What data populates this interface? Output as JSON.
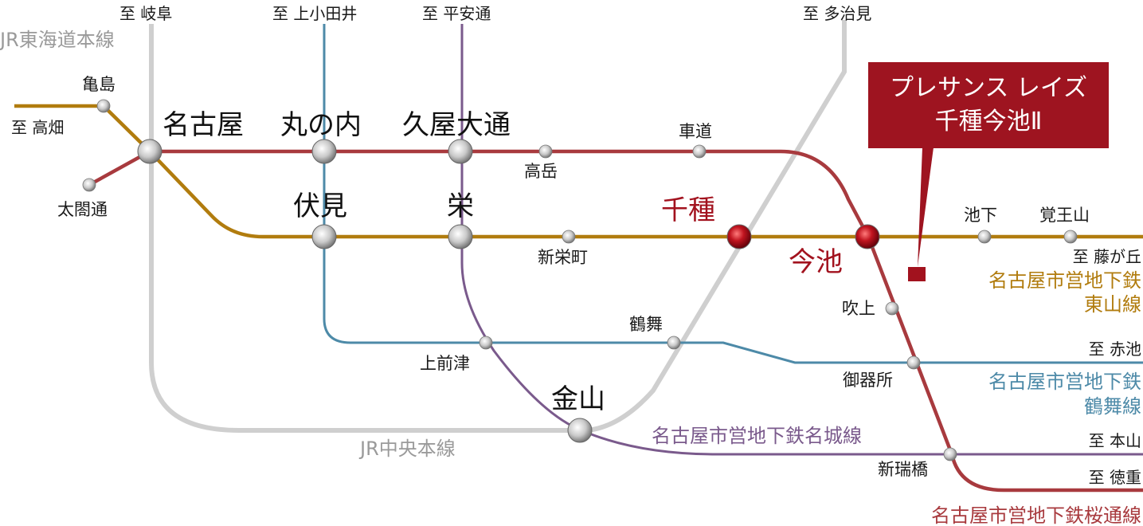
{
  "colors": {
    "jr": "#cfcfcf",
    "jr_text": "#9a9a9a",
    "higashiyama": "#b17c0e",
    "tsurumai": "#4d8aa8",
    "meijo": "#7a5a8c",
    "sakuradori": "#a83a3e",
    "highlight": "#a2121e"
  },
  "lines": {
    "jr_tokaido": "JR東海道本線",
    "jr_chuo": "JR中央本線",
    "higashiyama": [
      "名古屋市営地下鉄",
      "東山線"
    ],
    "tsurumai": [
      "名古屋市営地下鉄",
      "鶴舞線"
    ],
    "meijo": "名古屋市営地下鉄名城線",
    "sakuradori": "名古屋市営地下鉄桜通線"
  },
  "directions": {
    "gifu": "至 岐阜",
    "kamiotai": "至 上小田井",
    "heiando": "至 平安通",
    "tajimi": "至 多治見",
    "takabata": "至 高畑",
    "fujigaoka": "至 藤が丘",
    "akaike": "至 赤池",
    "motoyama": "至 本山",
    "tokushige": "至 徳重"
  },
  "stations": {
    "kameshima": "亀島",
    "taikodori": "太閤通",
    "nagoya": "名古屋",
    "marunouchi": "丸の内",
    "hisaya_odori": "久屋大通",
    "takaoka": "高岳",
    "kurumamichi": "車道",
    "fushimi": "伏見",
    "sakae": "栄",
    "shin_sakaemachi": "新栄町",
    "chikusa": "千種",
    "imaike": "今池",
    "ikeshita": "池下",
    "kakuozan": "覚王山",
    "fukiage": "吹上",
    "gokiso": "御器所",
    "tsurumai": "鶴舞",
    "kamimaezu": "上前津",
    "kanayama": "金山",
    "arahata": "新瑞橋"
  },
  "property": {
    "line1": "プレサンス レイズ",
    "line2": "千種今池Ⅱ"
  }
}
